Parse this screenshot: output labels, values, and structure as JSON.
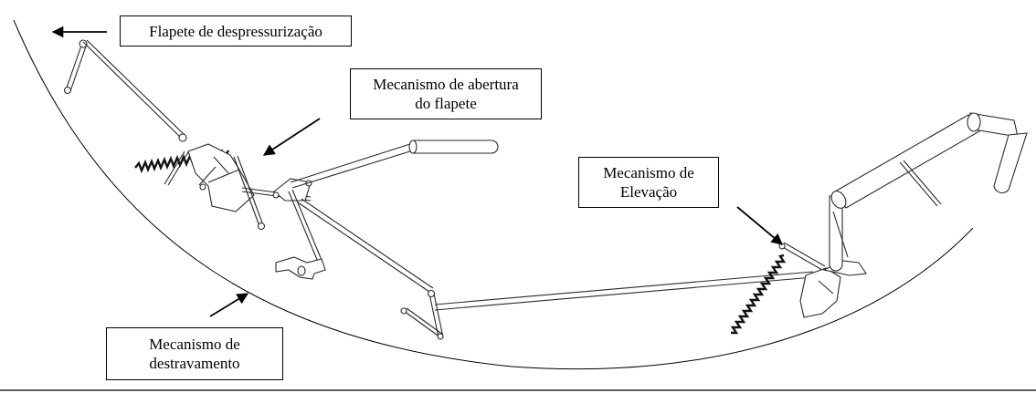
{
  "labels": {
    "flap": "Flapete de despressurização",
    "opening": [
      "Mecanismo de abertura",
      "do flapete"
    ],
    "lifting": [
      "Mecanismo de",
      "Elevação"
    ],
    "unlocking": [
      "Mecanismo de",
      "destravamento"
    ]
  }
}
